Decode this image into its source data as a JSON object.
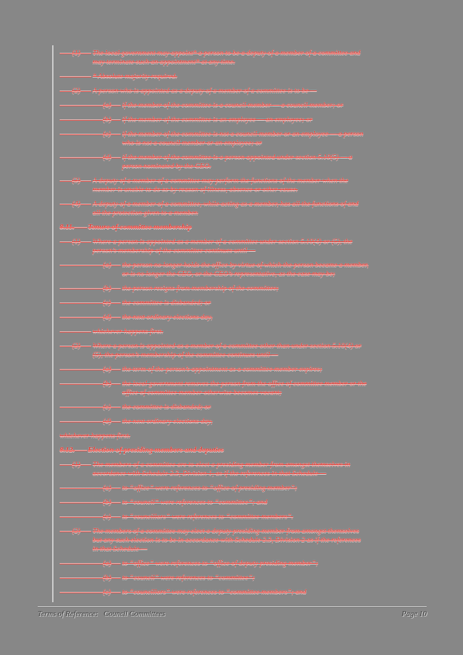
{
  "page": {
    "footer": {
      "left": "Terms of Reference:   Council Committees",
      "right": "Page 10"
    }
  },
  "colors": {
    "background": "#878787",
    "deleted_text": "#e8332b",
    "change_bar": "#cfcfcf",
    "footer_text": "#3d3d3d"
  },
  "content": {
    "items": [
      {
        "kind": "item",
        "level": 1,
        "num": "(1)",
        "lines": [
          "The local government may appoint* a person to be a deputy of a member of a committee and",
          "may terminate such an appointment* at any time."
        ]
      },
      {
        "kind": "note",
        "lines": [
          "* Absolute majority required."
        ]
      },
      {
        "kind": "item",
        "level": 1,
        "num": "(2)",
        "lines": [
          "A person who is appointed as a deputy of a member of a committee is to be —"
        ]
      },
      {
        "kind": "item",
        "level": 2,
        "num": "(a)",
        "lines": [
          "if the member of the committee is a council member — a council member; or"
        ]
      },
      {
        "kind": "item",
        "level": 2,
        "num": "(b)",
        "lines": [
          "if the member of the committee is an employee — an employee; or"
        ]
      },
      {
        "kind": "item",
        "level": 2,
        "num": "(c)",
        "lines": [
          "if the member of the committee is not a council member or an employee — a person",
          "who is not a council member or an employee; or"
        ]
      },
      {
        "kind": "item",
        "level": 2,
        "num": "(d)",
        "lines": [
          "if the member of the committee is a person appointed under section 5.10(5) — a",
          "person nominated by the CEO."
        ]
      },
      {
        "kind": "item",
        "level": 1,
        "num": "(3)",
        "lines": [
          "A deputy of a member of a committee may perform the functions of the member when the",
          "member is unable to do so by reason of illness, absence or other cause."
        ]
      },
      {
        "kind": "item",
        "level": 1,
        "num": "(4)",
        "lines": [
          "A deputy of a member of a committee, while acting as a member, has all the functions of and",
          "all the protection given to a member."
        ]
      },
      {
        "kind": "heading",
        "num": "8.11.",
        "title": "Tenure of committee membership"
      },
      {
        "kind": "item",
        "level": 1,
        "num": "(1)",
        "lines": [
          "Where a person is appointed as a member of a committee under section 5.10(4) or (5), the",
          "person’s membership of the committee continues until —"
        ]
      },
      {
        "kind": "item",
        "level": 2,
        "num": "(a)",
        "lines": [
          "the person no longer holds the office by virtue of which the person became a member,",
          "or is no longer the CEO, or the CEO’s representative, as the case may be;"
        ]
      },
      {
        "kind": "item",
        "level": 2,
        "num": "(b)",
        "lines": [
          "the person resigns from membership of the committee;"
        ]
      },
      {
        "kind": "item",
        "level": 2,
        "num": "(c)",
        "lines": [
          "the committee is disbanded; or"
        ]
      },
      {
        "kind": "item",
        "level": 2,
        "num": "(d)",
        "lines": [
          "the next ordinary elections day,"
        ]
      },
      {
        "kind": "plain",
        "leader": true,
        "lines": [
          "whichever happens first."
        ]
      },
      {
        "kind": "item",
        "level": 1,
        "num": "(2)",
        "lines": [
          "Where a person is appointed as a member of a committee other than under section 5.10(4) or",
          "(5), the person’s membership of the committee continues until —"
        ]
      },
      {
        "kind": "item",
        "level": 2,
        "num": "(a)",
        "lines": [
          "the term of the person’s appointment as a committee member expires;"
        ]
      },
      {
        "kind": "item",
        "level": 2,
        "num": "(b)",
        "lines": [
          "the local government removes the person from the office of committee member or the",
          "office of committee member otherwise becomes vacant;"
        ]
      },
      {
        "kind": "item",
        "level": 2,
        "num": "(c)",
        "lines": [
          "the committee is disbanded; or"
        ]
      },
      {
        "kind": "item",
        "level": 2,
        "num": "(d)",
        "lines": [
          "the next ordinary elections day,"
        ]
      },
      {
        "kind": "plain",
        "leader": false,
        "lines": [
          "whichever happens first."
        ]
      },
      {
        "kind": "heading",
        "num": "8.12.",
        "title": "Election of presiding members and deputies"
      },
      {
        "kind": "item",
        "level": 1,
        "num": "(1)",
        "lines": [
          "The members of a committee are to elect a presiding member from amongst themselves in",
          "accordance with Schedule 2.3, Division 1, as if the references in that Schedule —"
        ]
      },
      {
        "kind": "item",
        "level": 2,
        "num": "(a)",
        "lines": [
          "to “office” were references to “office of presiding member”;"
        ]
      },
      {
        "kind": "item",
        "level": 2,
        "num": "(b)",
        "lines": [
          "to “council” were references to “committee”; and"
        ]
      },
      {
        "kind": "item",
        "level": 2,
        "num": "(c)",
        "lines": [
          "to “councillors” were references to “committee members”."
        ]
      },
      {
        "kind": "item",
        "level": 1,
        "num": "(2)",
        "lines": [
          "The members of a committee may elect a deputy presiding member from amongst themselves",
          "but any such election is to be in accordance with Schedule 2.3, Division 2 as if the references",
          "in that Schedule —"
        ]
      },
      {
        "kind": "item",
        "level": 2,
        "num": "(a)",
        "lines": [
          "to “office” were references to “office of deputy presiding member”;"
        ]
      },
      {
        "kind": "item",
        "level": 2,
        "num": "(b)",
        "lines": [
          "to “council” were references to “committee”;"
        ]
      },
      {
        "kind": "item",
        "level": 2,
        "num": "(c)",
        "lines": [
          "to “councillors” were references to “committee members”; and"
        ]
      }
    ]
  }
}
